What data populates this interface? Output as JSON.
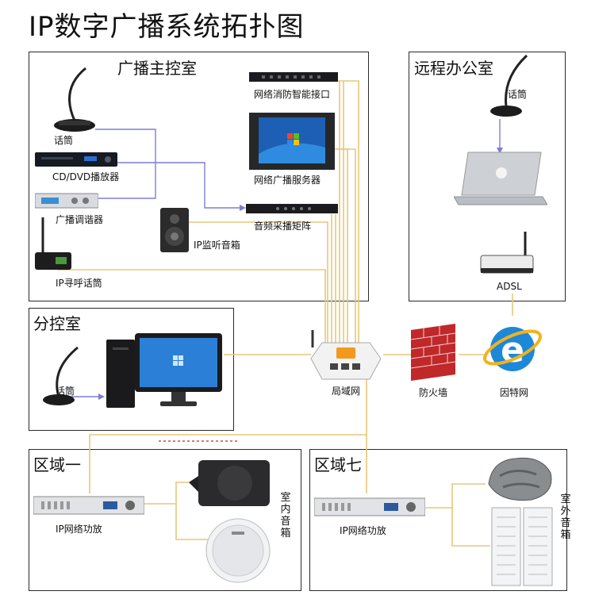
{
  "title": "IP数字广播系统拓扑图",
  "rooms": {
    "main_control": "广播主控室",
    "remote_office": "远程办公室",
    "sub_control": "分控室",
    "zone_one": "区域一",
    "zone_seven": "区域七"
  },
  "labels": {
    "mic_main": "话筒",
    "cd_dvd": "CD/DVD播放器",
    "tuner": "广播调谐器",
    "paging_mic": "IP寻呼话筒",
    "fire_interface": "网络消防智能接口",
    "broadcast_server": "网络广播服务器",
    "audio_matrix": "音频采播矩阵",
    "monitor_speaker": "IP监听音箱",
    "mic_remote": "话筒",
    "adsl": "ADSL",
    "mic_sub": "话筒",
    "lan": "局域网",
    "firewall": "防火墙",
    "internet": "因特网",
    "amp_zone1": "IP网络功放",
    "indoor_speaker": "室内音箱",
    "amp_zone7": "IP网络功放",
    "outdoor_speaker": "室外音箱"
  },
  "colors": {
    "network_line": "#e8c77a",
    "audio_line": "#7b7fd6",
    "firewall_brick": "#c0282a",
    "ie_blue": "#1e88d8",
    "ie_ring": "#f2b21b"
  },
  "icons": [
    "microphone-icon",
    "dvd-player-icon",
    "tuner-icon",
    "paging-mic-icon",
    "rack-unit-icon",
    "server-monitor-icon",
    "speaker-icon",
    "laptop-icon",
    "router-icon",
    "desktop-pc-icon",
    "switch-icon",
    "firewall-icon",
    "internet-explorer-icon",
    "amplifier-icon",
    "wall-speaker-icon",
    "ceiling-speaker-icon",
    "rock-speaker-icon",
    "column-speaker-icon"
  ]
}
